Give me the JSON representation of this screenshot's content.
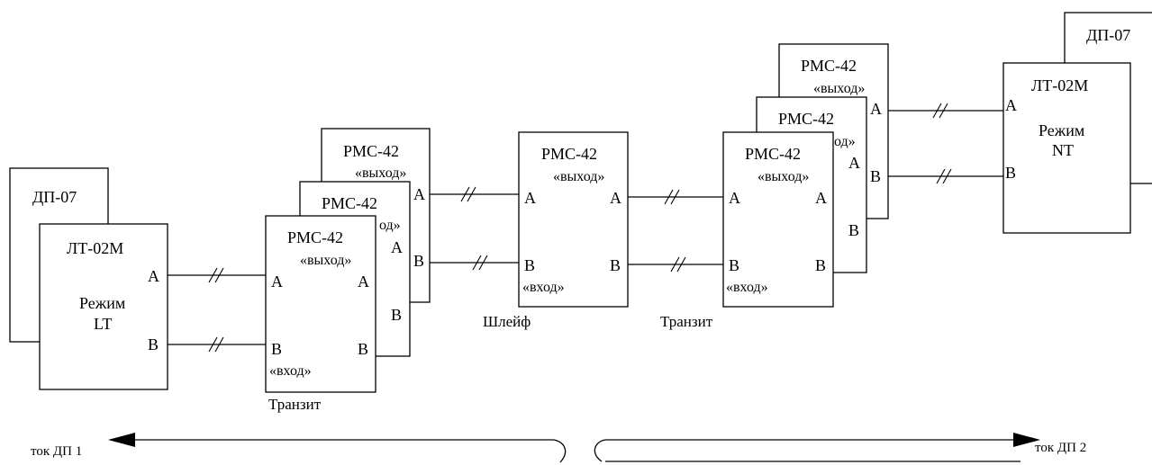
{
  "labels": {
    "dp07": "ДП-07",
    "lt02m": "ЛТ-02М",
    "rezhim": "Режим",
    "lt": "LT",
    "nt": "NT",
    "pmc42": "РМС-42",
    "vyhod": "«выход»",
    "vhod": "«вход»",
    "port_a": "A",
    "port_b": "B",
    "tranzit": "Транзит",
    "shleyf": "Шлейф",
    "tok_dp1": "ток ДП 1",
    "tok_dp2": "ток ДП 2",
    "partial_od": "од»",
    "partial_od2": "од»"
  }
}
